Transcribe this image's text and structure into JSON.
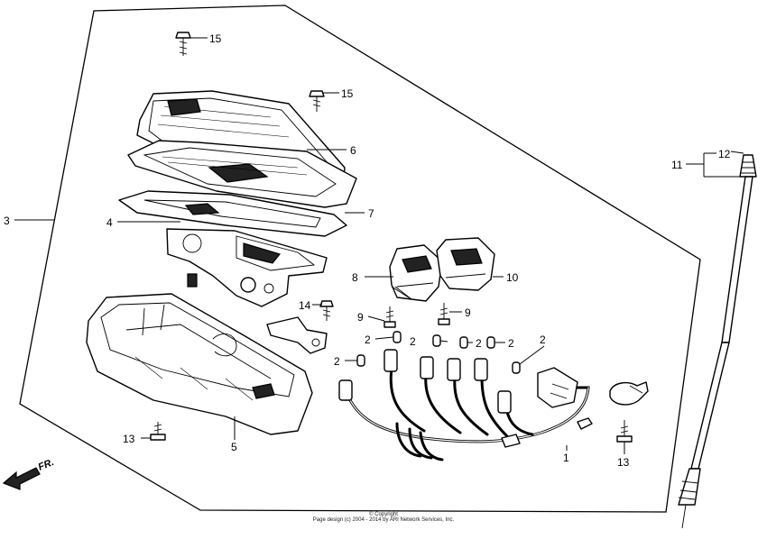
{
  "callouts": {
    "c1": "1",
    "c2a": "2",
    "c2b": "2",
    "c2c": "2",
    "c2d": "2",
    "c2e": "2",
    "c2f": "2",
    "c3": "3",
    "c4": "4",
    "c5": "5",
    "c6": "6",
    "c7": "7",
    "c8": "8",
    "c9a": "9",
    "c9b": "9",
    "c10": "10",
    "c11": "11",
    "c12": "12",
    "c13a": "13",
    "c13b": "13",
    "c14": "14",
    "c15a": "15",
    "c15b": "15"
  },
  "direction_label": "FR.",
  "copyright": {
    "line1": "© Copyright",
    "line2": "Page design (c) 2004 - 2014 by ARI Network Services, Inc."
  }
}
